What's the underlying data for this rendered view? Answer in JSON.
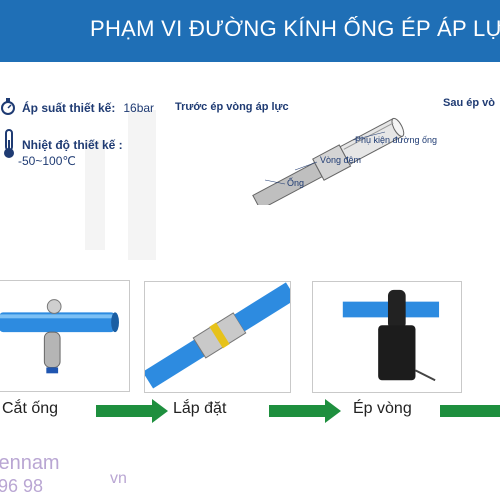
{
  "header": {
    "title": "PHẠM VI ĐƯỜNG KÍNH ỐNG ÉP ÁP LỰ"
  },
  "specs": {
    "pressure_label": "Áp suất thiết kế:",
    "pressure_value": "16bar",
    "temperature_label": "Nhiệt độ thiết kế :",
    "temperature_value": "-50~100℃",
    "icons": [
      "pressure-gauge-icon",
      "thermometer-icon"
    ]
  },
  "before": {
    "title": "Trước ép vòng áp lực",
    "callouts": [
      "Phụ kiện đường ống",
      "Vòng đệm",
      "Ống"
    ]
  },
  "after": {
    "title": "Sau ép vò"
  },
  "steps": [
    {
      "label": "Cắt ống"
    },
    {
      "label": "Lắp đặt"
    },
    {
      "label": "Ép vòng"
    }
  ],
  "watermark": {
    "line1": "iennam",
    "line2": "96 98",
    "line3": "vn"
  },
  "colors": {
    "banner": "#1f6fb6",
    "text": "#1f3b73",
    "arrow": "#1e8f3e",
    "pipe": "#2d8be0"
  }
}
